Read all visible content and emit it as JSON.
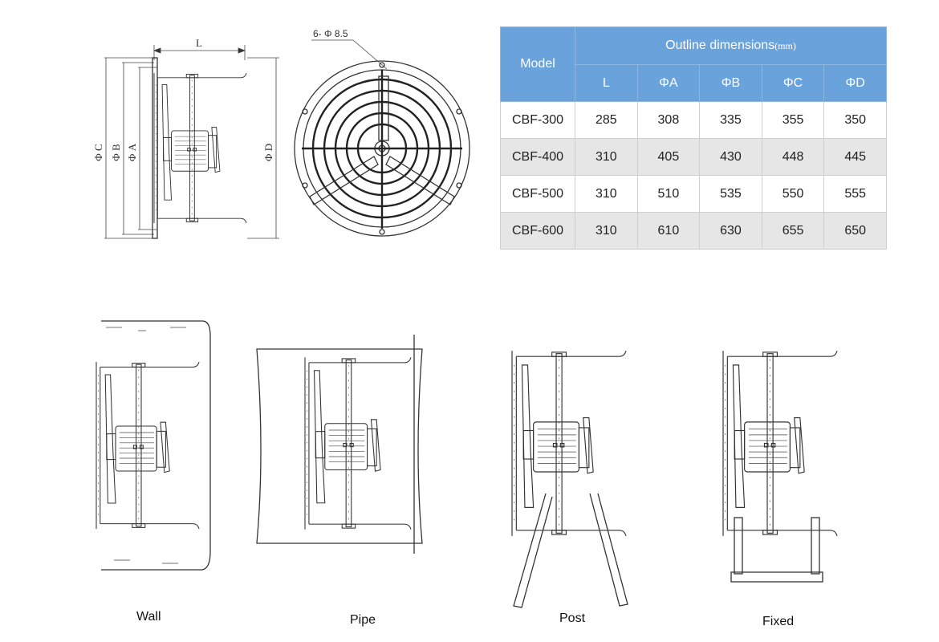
{
  "drawings": {
    "side_view": {
      "L": "L",
      "phi_c": "Φ C",
      "phi_b": "Φ B",
      "phi_a": "Φ A",
      "phi_d": "Φ D"
    },
    "front_view": {
      "hole_note": "6- Φ 8.5"
    }
  },
  "table": {
    "model_header": "Model",
    "group_header": "Outline  dimensions",
    "unit": "(mm)",
    "columns": [
      "L",
      "ΦA",
      "ΦB",
      "ΦC",
      "ΦD"
    ],
    "rows": [
      {
        "model": "CBF-300",
        "values": [
          "285",
          "308",
          "335",
          "355",
          "350"
        ]
      },
      {
        "model": "CBF-400",
        "values": [
          "310",
          "405",
          "430",
          "448",
          "445"
        ]
      },
      {
        "model": "CBF-500",
        "values": [
          "310",
          "510",
          "535",
          "550",
          "555"
        ]
      },
      {
        "model": "CBF-600",
        "values": [
          "310",
          "610",
          "630",
          "655",
          "650"
        ]
      }
    ]
  },
  "installations": [
    {
      "label": "Wall"
    },
    {
      "label": "Pipe"
    },
    {
      "label": "Post"
    },
    {
      "label": "Fixed"
    }
  ]
}
